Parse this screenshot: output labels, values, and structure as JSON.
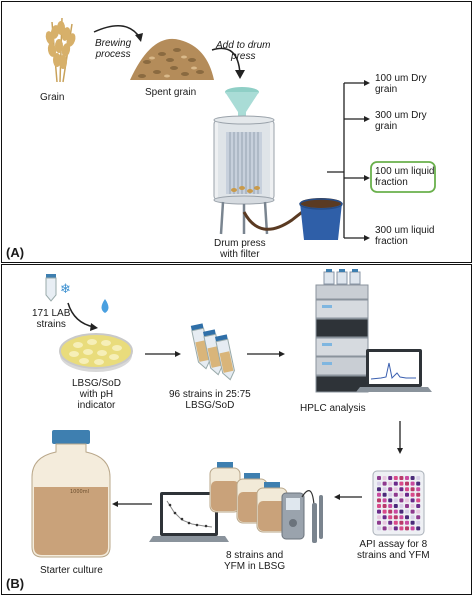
{
  "panel_a": {
    "letter": "(A)",
    "grain": "Grain",
    "brewing_process": [
      "Brewing",
      "process"
    ],
    "spent_grain": "Spent grain",
    "add_to_drum_press": [
      "Add to drum",
      "press"
    ],
    "drum_press": [
      "Drum press",
      "with filter"
    ],
    "fractions": [
      [
        "100 um Dry",
        "grain"
      ],
      [
        "300 um Dry",
        "grain"
      ],
      [
        "100 um liquid",
        "fraction"
      ],
      [
        "300 um liquid",
        "fraction"
      ]
    ]
  },
  "panel_b": {
    "letter": "(B)",
    "lab_strains": [
      "171 LAB",
      "strains"
    ],
    "plate": [
      "LBSG/SoD",
      "with pH",
      "indicator"
    ],
    "tubes": [
      "96 strains in 25:75",
      "LBSG/SoD"
    ],
    "hplc": "HPLC analysis",
    "api": [
      "API assay for 8",
      "strains and YFM"
    ],
    "bottles": [
      "8 strains and",
      "YFM in LBSG"
    ],
    "starter": "Starter culture",
    "bottle_text": "1000ml"
  },
  "colors": {
    "arrow": "#222222",
    "grain": "#c8a060",
    "funnel": "#a9dcd6",
    "pot": "#2f5fa8",
    "plate_gel": "#e9dc7c",
    "liquid": "#c9a27a",
    "cap": "#3e7fb0",
    "highlight": "#6ab04c"
  }
}
